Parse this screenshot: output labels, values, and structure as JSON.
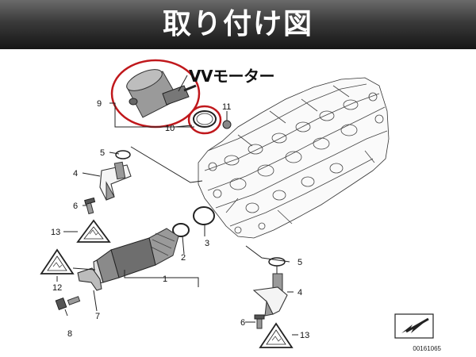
{
  "banner": {
    "title": "取り付け図"
  },
  "callout": {
    "text": "VVモーター"
  },
  "figure_number": "00161065",
  "part_labels": {
    "p9": "9",
    "p10": "10",
    "p11": "11",
    "p5a": "5",
    "p4a": "4",
    "p6a": "6",
    "p13a": "13",
    "p3": "3",
    "p2": "2",
    "p1": "1",
    "p12": "12",
    "p7": "7",
    "p8": "8",
    "p5b": "5",
    "p4b": "4",
    "p6b": "6",
    "p13b": "13"
  },
  "colors": {
    "banner_top": "#6a6a6a",
    "banner_bottom": "#161616",
    "highlight": "#c0181c",
    "ink": "#222222"
  }
}
